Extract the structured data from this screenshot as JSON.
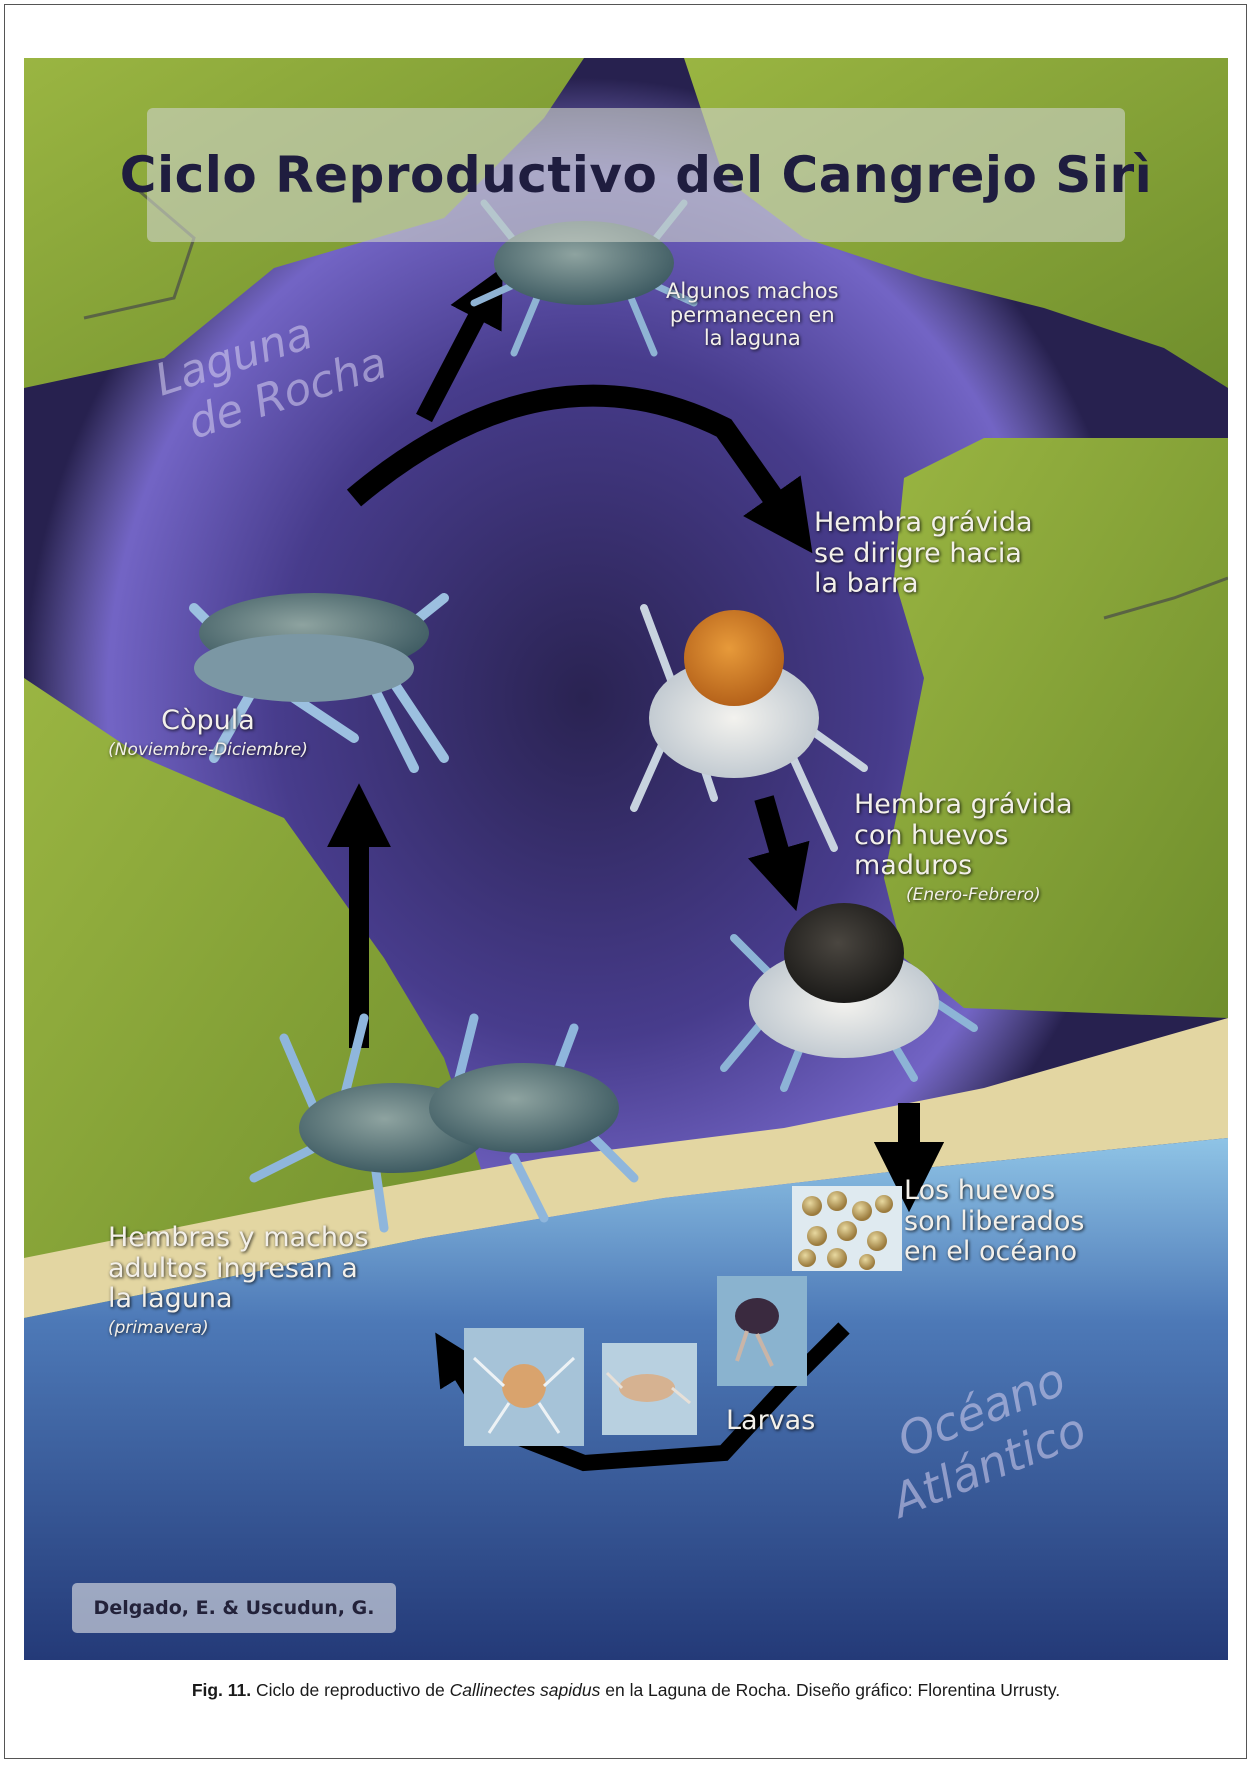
{
  "title": "Ciclo Reproductivo del Cangrejo Sirì",
  "regions": {
    "laguna_line1": "Laguna",
    "laguna_line2": "de Rocha",
    "oceano_line1": "Océano",
    "oceano_line2": "Atlántico"
  },
  "stages": {
    "machos": {
      "l1": "Algunos machos",
      "l2": "permanecen en",
      "l3": "la laguna"
    },
    "hembra_dirige": {
      "l1": "Hembra grávida",
      "l2": "se dirigre hacia",
      "l3": "la barra"
    },
    "hembra_madura": {
      "l1": "Hembra grávida",
      "l2": "con huevos",
      "l3": "maduros",
      "sub": "(Enero-Febrero)"
    },
    "huevos": {
      "l1": "Los huevos",
      "l2": "son liberados",
      "l3": "en el océano"
    },
    "larvas": {
      "l1": "Larvas"
    },
    "ingresan": {
      "l1": "Hembras y machos",
      "l2": "adultos ingresan a",
      "l3": "la laguna",
      "sub": "(primavera)"
    },
    "copula": {
      "l1": "Còpula",
      "sub": "(Noviembre-Diciembre)"
    }
  },
  "credit": "Delgado, E. & Uscudun, G.",
  "caption": {
    "fig": "Fig. 11.",
    "pre": " Ciclo de reproductivo de ",
    "species": "Callinectes sapidus",
    "post": " en la Laguna de Rocha. Diseño gráfico: Florentina Urrusty."
  },
  "colors": {
    "lagoon": "#2b2456",
    "lagoon_glow": "#7a6ad0",
    "land": "#8fa83a",
    "sand": "#e6d9a8",
    "ocean": "#2f4d8a",
    "arrow": "#000000"
  }
}
